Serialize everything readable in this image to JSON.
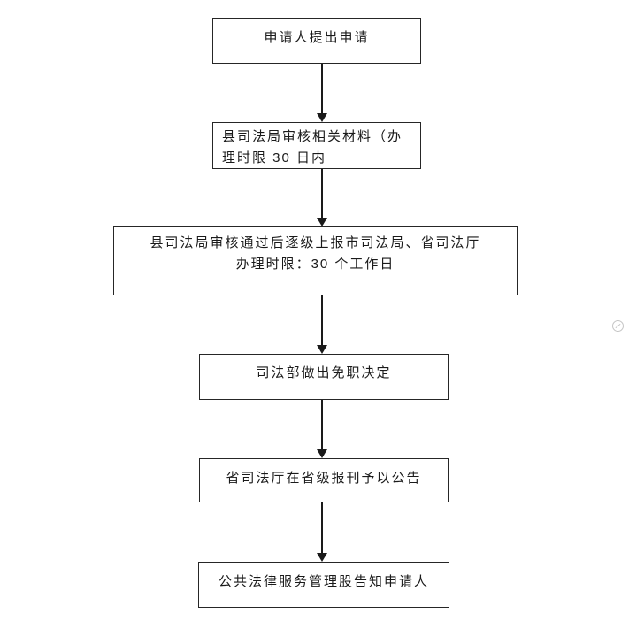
{
  "page": {
    "background": "#ffffff"
  },
  "diagram": {
    "type": "flowchart",
    "direction": "top-to-bottom",
    "nodes": [
      {
        "id": "applicant-apply",
        "lines": [
          "申请人提出申请"
        ]
      },
      {
        "id": "county-bureau-review",
        "lines": [
          "县司法局审核相关材料（办",
          "理时限 30 日内"
        ]
      },
      {
        "id": "report-upward",
        "lines": [
          "县司法局审核通过后逐级上报市司法局、省司法厅",
          "办理时限：30 个工作日"
        ]
      },
      {
        "id": "ministry-decision",
        "lines": [
          "司法部做出免职决定"
        ]
      },
      {
        "id": "provincial-announcement",
        "lines": [
          "省司法厅在省级报刊予以公告"
        ]
      },
      {
        "id": "notify-applicant",
        "lines": [
          "公共法律服务管理股告知申请人"
        ]
      }
    ],
    "edges": [
      {
        "from": "applicant-apply",
        "to": "county-bureau-review"
      },
      {
        "from": "county-bureau-review",
        "to": "report-upward"
      },
      {
        "from": "report-upward",
        "to": "ministry-decision"
      },
      {
        "from": "ministry-decision",
        "to": "provincial-announcement"
      },
      {
        "from": "provincial-announcement",
        "to": "notify-applicant"
      }
    ],
    "icons": {
      "faint_mark": "circled-slash"
    },
    "colors": {
      "node_border": "#262626",
      "node_fill": "#ffffff",
      "text": "#1a1a1a",
      "arrow": "#1a1a1a",
      "faint_mark": "#c5c5c5"
    }
  }
}
